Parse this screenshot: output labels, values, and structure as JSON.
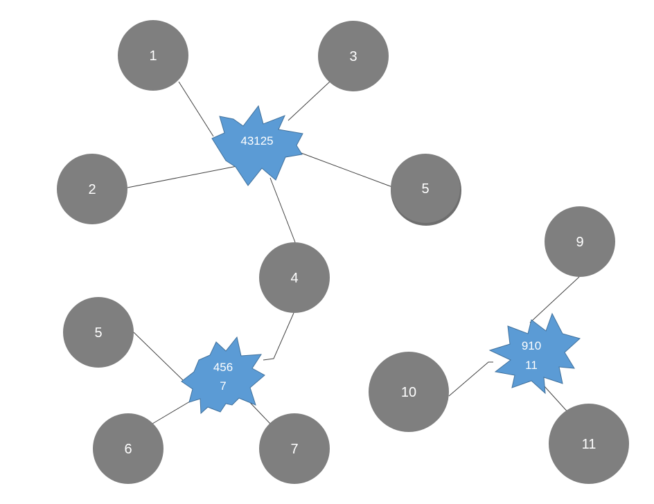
{
  "diagram": {
    "nodes": {
      "n1": "1",
      "n2": "2",
      "n3": "3",
      "n5a": "5",
      "n4": "4",
      "n5b": "5",
      "n6": "6",
      "n7": "7",
      "n9": "9",
      "n10": "10",
      "n11": "11"
    },
    "clusters": {
      "c1": {
        "line1": "43125"
      },
      "c2": {
        "line1": "456",
        "line2": "7"
      },
      "c3": {
        "line1": "910",
        "line2": "11"
      }
    },
    "colors": {
      "node": "#7f7f7f",
      "cluster": "#5b9bd5",
      "edge": "#404040",
      "text": "#ffffff"
    }
  }
}
